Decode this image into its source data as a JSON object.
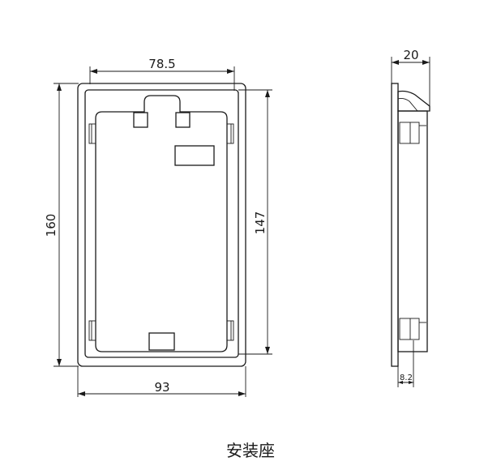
{
  "caption": "安装座",
  "dimensions": {
    "inner_width": "78.5",
    "outer_width": "93",
    "outer_height": "160",
    "inner_height": "147",
    "depth": "20",
    "wall": "8.2"
  }
}
